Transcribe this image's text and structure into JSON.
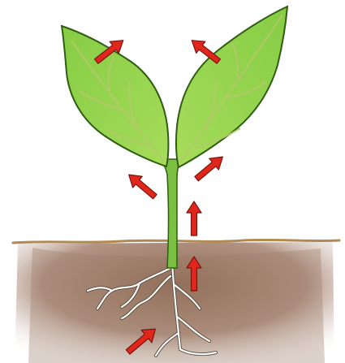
{
  "diagram": {
    "subject": "seedling-transpiration-water-flow",
    "colors": {
      "background": "#ffffff",
      "leaf_fill": "#8fd14a",
      "leaf_outline": "#2f5d12",
      "leaf_vein": "#b5c96a",
      "stem": "#7bc043",
      "soil_surface": "#b08a52",
      "soil": "#a07a62",
      "roots": "#ffffff",
      "root_outline": "#5a4a3a",
      "arrow": "#e1261c",
      "arrow_outline": "#7a1410"
    },
    "arrows": [
      {
        "id": "root-zone-arrow",
        "direction": "up-right"
      },
      {
        "id": "root-stem-arrow",
        "direction": "up"
      },
      {
        "id": "lower-stem-arrow",
        "direction": "up"
      },
      {
        "id": "left-branch-arrow",
        "direction": "up-left"
      },
      {
        "id": "right-branch-arrow",
        "direction": "up-right"
      },
      {
        "id": "left-leaf-exit-arrow",
        "direction": "up-right"
      },
      {
        "id": "right-leaf-exit-arrow",
        "direction": "up-left"
      }
    ]
  }
}
